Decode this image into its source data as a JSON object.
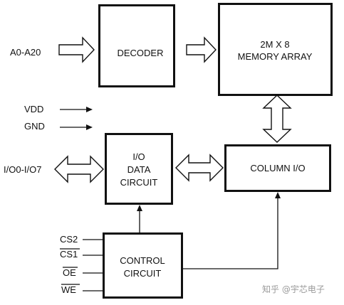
{
  "blocks": {
    "decoder": "DECODER",
    "memory_array": [
      "2M X 8",
      "MEMORY ARRAY"
    ],
    "io_data_circuit": [
      "I/O",
      "DATA",
      "CIRCUIT"
    ],
    "column_io": "COLUMN I/O",
    "control_circuit": [
      "CONTROL",
      "CIRCUIT"
    ]
  },
  "signals": {
    "address": "A0-A20",
    "vdd": "VDD",
    "gnd": "GND",
    "data": "I/O0-I/O7",
    "cs2": "CS2",
    "cs1": "CS1",
    "oe": "OE",
    "we": "WE"
  },
  "watermark": "知乎 @宇芯电子"
}
